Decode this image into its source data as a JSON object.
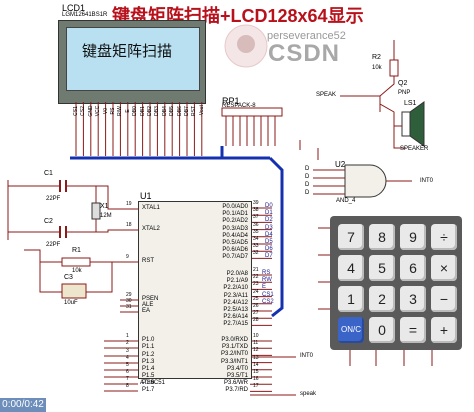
{
  "title": "键盘矩阵扫描+LCD128x64显示",
  "lcd": {
    "ref": "LCD1",
    "model": "LGM12641BS1R",
    "display_text": "键盘矩阵扫描",
    "pins": [
      "CS1",
      "CS2",
      "GND",
      "VCC",
      "V0",
      "RS",
      "R/W",
      "E",
      "DB0",
      "DB1",
      "DB2",
      "DB3",
      "DB4",
      "DB5",
      "DB6",
      "DB7",
      "RST",
      "-Vout"
    ]
  },
  "watermark": {
    "user": "perseverance52",
    "site": "CSDN"
  },
  "respack": {
    "ref": "RP1",
    "model": "RESPACK-8"
  },
  "buzzer": {
    "r2_ref": "R2",
    "r2_value": "10k",
    "q2_ref": "Q2",
    "q2_type": "PNP",
    "ls1_ref": "LS1",
    "ls1_type": "SPEAKER",
    "net": "SPEAK"
  },
  "gate": {
    "ref": "U2",
    "type": "AND_4",
    "inputs": [
      "D",
      "D",
      "D",
      "D"
    ],
    "output_net": "INT0"
  },
  "mcu": {
    "ref": "U1",
    "model": "AT89C51",
    "left_pins": [
      {
        "num": "19",
        "name": "XTAL1"
      },
      {
        "num": "18",
        "name": "XTAL2"
      },
      {
        "num": "9",
        "name": "RST"
      },
      {
        "num": "29",
        "name": "PSEN"
      },
      {
        "num": "30",
        "name": "ALE"
      },
      {
        "num": "31",
        "name": "EA"
      },
      {
        "num": "1",
        "name": "P1.0"
      },
      {
        "num": "2",
        "name": "P1.1"
      },
      {
        "num": "3",
        "name": "P1.2"
      },
      {
        "num": "4",
        "name": "P1.3"
      },
      {
        "num": "5",
        "name": "P1.4"
      },
      {
        "num": "6",
        "name": "P1.5"
      },
      {
        "num": "7",
        "name": "P1.6"
      },
      {
        "num": "8",
        "name": "P1.7"
      }
    ],
    "right_pins": [
      {
        "num": "39",
        "name": "P0.0/AD0"
      },
      {
        "num": "38",
        "name": "P0.1/AD1"
      },
      {
        "num": "37",
        "name": "P0.2/AD2"
      },
      {
        "num": "36",
        "name": "P0.3/AD3"
      },
      {
        "num": "35",
        "name": "P0.4/AD4"
      },
      {
        "num": "34",
        "name": "P0.5/AD5"
      },
      {
        "num": "33",
        "name": "P0.6/AD6"
      },
      {
        "num": "32",
        "name": "P0.7/AD7"
      },
      {
        "num": "21",
        "name": "P2.0/A8"
      },
      {
        "num": "22",
        "name": "P2.1/A9"
      },
      {
        "num": "23",
        "name": "P2.2/A10"
      },
      {
        "num": "24",
        "name": "P2.3/A11"
      },
      {
        "num": "25",
        "name": "P2.4/A12"
      },
      {
        "num": "26",
        "name": "P2.5/A13"
      },
      {
        "num": "27",
        "name": "P2.6/A14"
      },
      {
        "num": "28",
        "name": "P2.7/A15"
      },
      {
        "num": "10",
        "name": "P3.0/RXD"
      },
      {
        "num": "11",
        "name": "P3.1/TXD"
      },
      {
        "num": "12",
        "name": "P3.2/INT0"
      },
      {
        "num": "13",
        "name": "P3.3/INT1"
      },
      {
        "num": "14",
        "name": "P3.4/T0"
      },
      {
        "num": "15",
        "name": "P3.5/T1"
      },
      {
        "num": "16",
        "name": "P3.6/WR"
      },
      {
        "num": "17",
        "name": "P3.7/RD"
      }
    ],
    "port0_nets": [
      "D0",
      "D1",
      "D2",
      "D3",
      "D4",
      "D5",
      "D6",
      "D7"
    ],
    "port2_nets": [
      "RS",
      "RW",
      "E",
      "CS1",
      "CS2"
    ],
    "int0_net": "INT0",
    "speak_net": "speak"
  },
  "passives": {
    "c1": {
      "ref": "C1",
      "value": "22PF"
    },
    "c2": {
      "ref": "C2",
      "value": "22PF"
    },
    "x1": {
      "ref": "X1",
      "value": "12M"
    },
    "r1": {
      "ref": "R1",
      "value": "10k"
    },
    "c3": {
      "ref": "C3",
      "value": "10uF"
    }
  },
  "keypad": {
    "rows": [
      [
        "7",
        "8",
        "9",
        "÷"
      ],
      [
        "4",
        "5",
        "6",
        "×"
      ],
      [
        "1",
        "2",
        "3",
        "−"
      ],
      [
        "ON/C",
        "0",
        "=",
        "+"
      ]
    ]
  },
  "timer": "0:00/0:42"
}
